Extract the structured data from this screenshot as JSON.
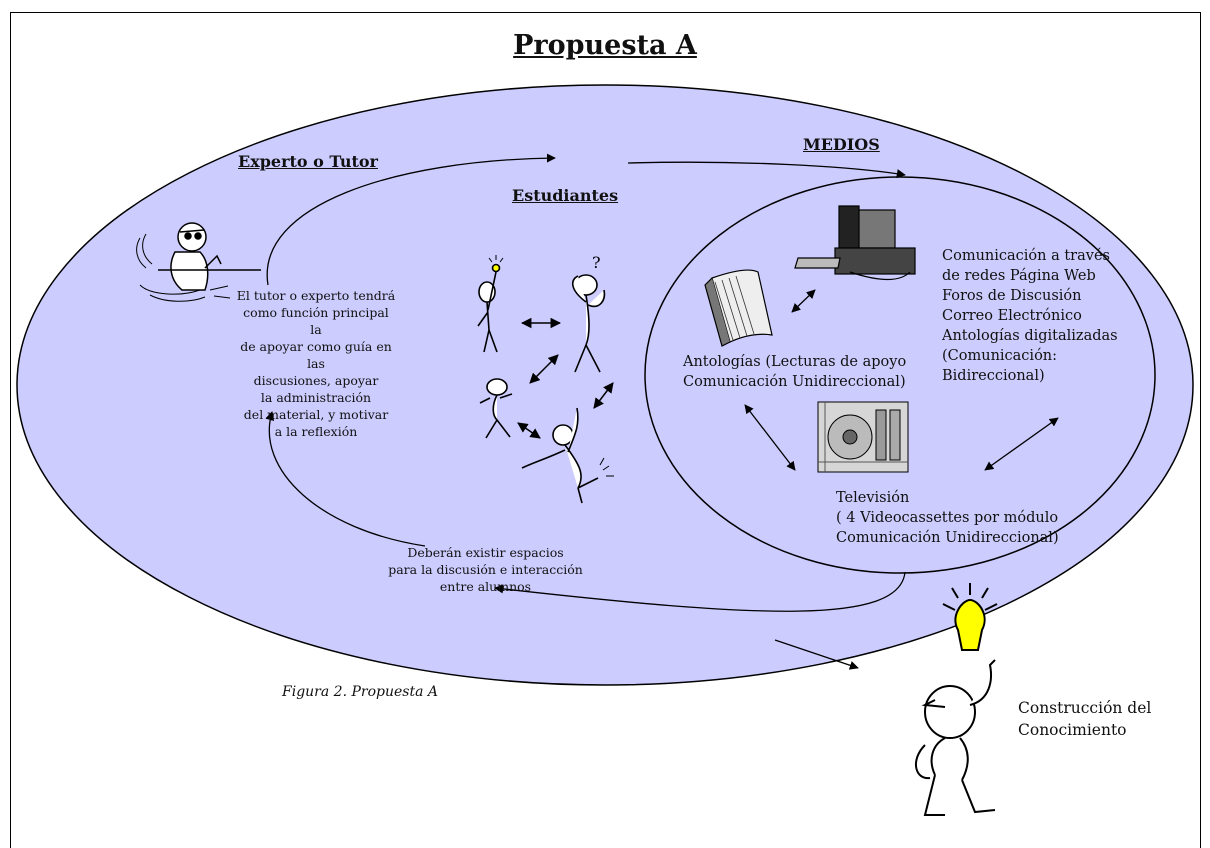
{
  "title": "Propuesta A",
  "sections": {
    "expert": "Experto o Tutor",
    "students": "Estudiantes",
    "media": "MEDIOS"
  },
  "tutor_text": [
    "El tutor o experto tendrá",
    "como función principal la",
    "de apoyar como guía en las",
    "discusiones, apoyar",
    "la administración",
    "del material, y motivar",
    "a la reflexión"
  ],
  "discussion_text": [
    "Deberán existir espacios",
    "para la discusión e interacción",
    "entre alumnos"
  ],
  "media": {
    "anthologies": [
      "Antologías (Lecturas de apoyo",
      "Comunicación Unidireccional)"
    ],
    "networks": [
      "Comunicación a través",
      "de redes Página Web",
      "Foros de Discusión",
      "Correo Electrónico",
      "Antologías digitalizadas",
      "(Comunicación:",
      "Bidireccional)"
    ],
    "television": [
      "Televisión",
      "( 4 Videocassettes por módulo",
      "Comunicación Unidireccional)"
    ]
  },
  "knowledge": [
    "Construcción del",
    "Conocimiento"
  ],
  "caption": "Figura 2. Propuesta A",
  "colors": {
    "ellipse_fill": "#ccccff",
    "stroke": "#000000",
    "bulb": "#ffff00"
  }
}
